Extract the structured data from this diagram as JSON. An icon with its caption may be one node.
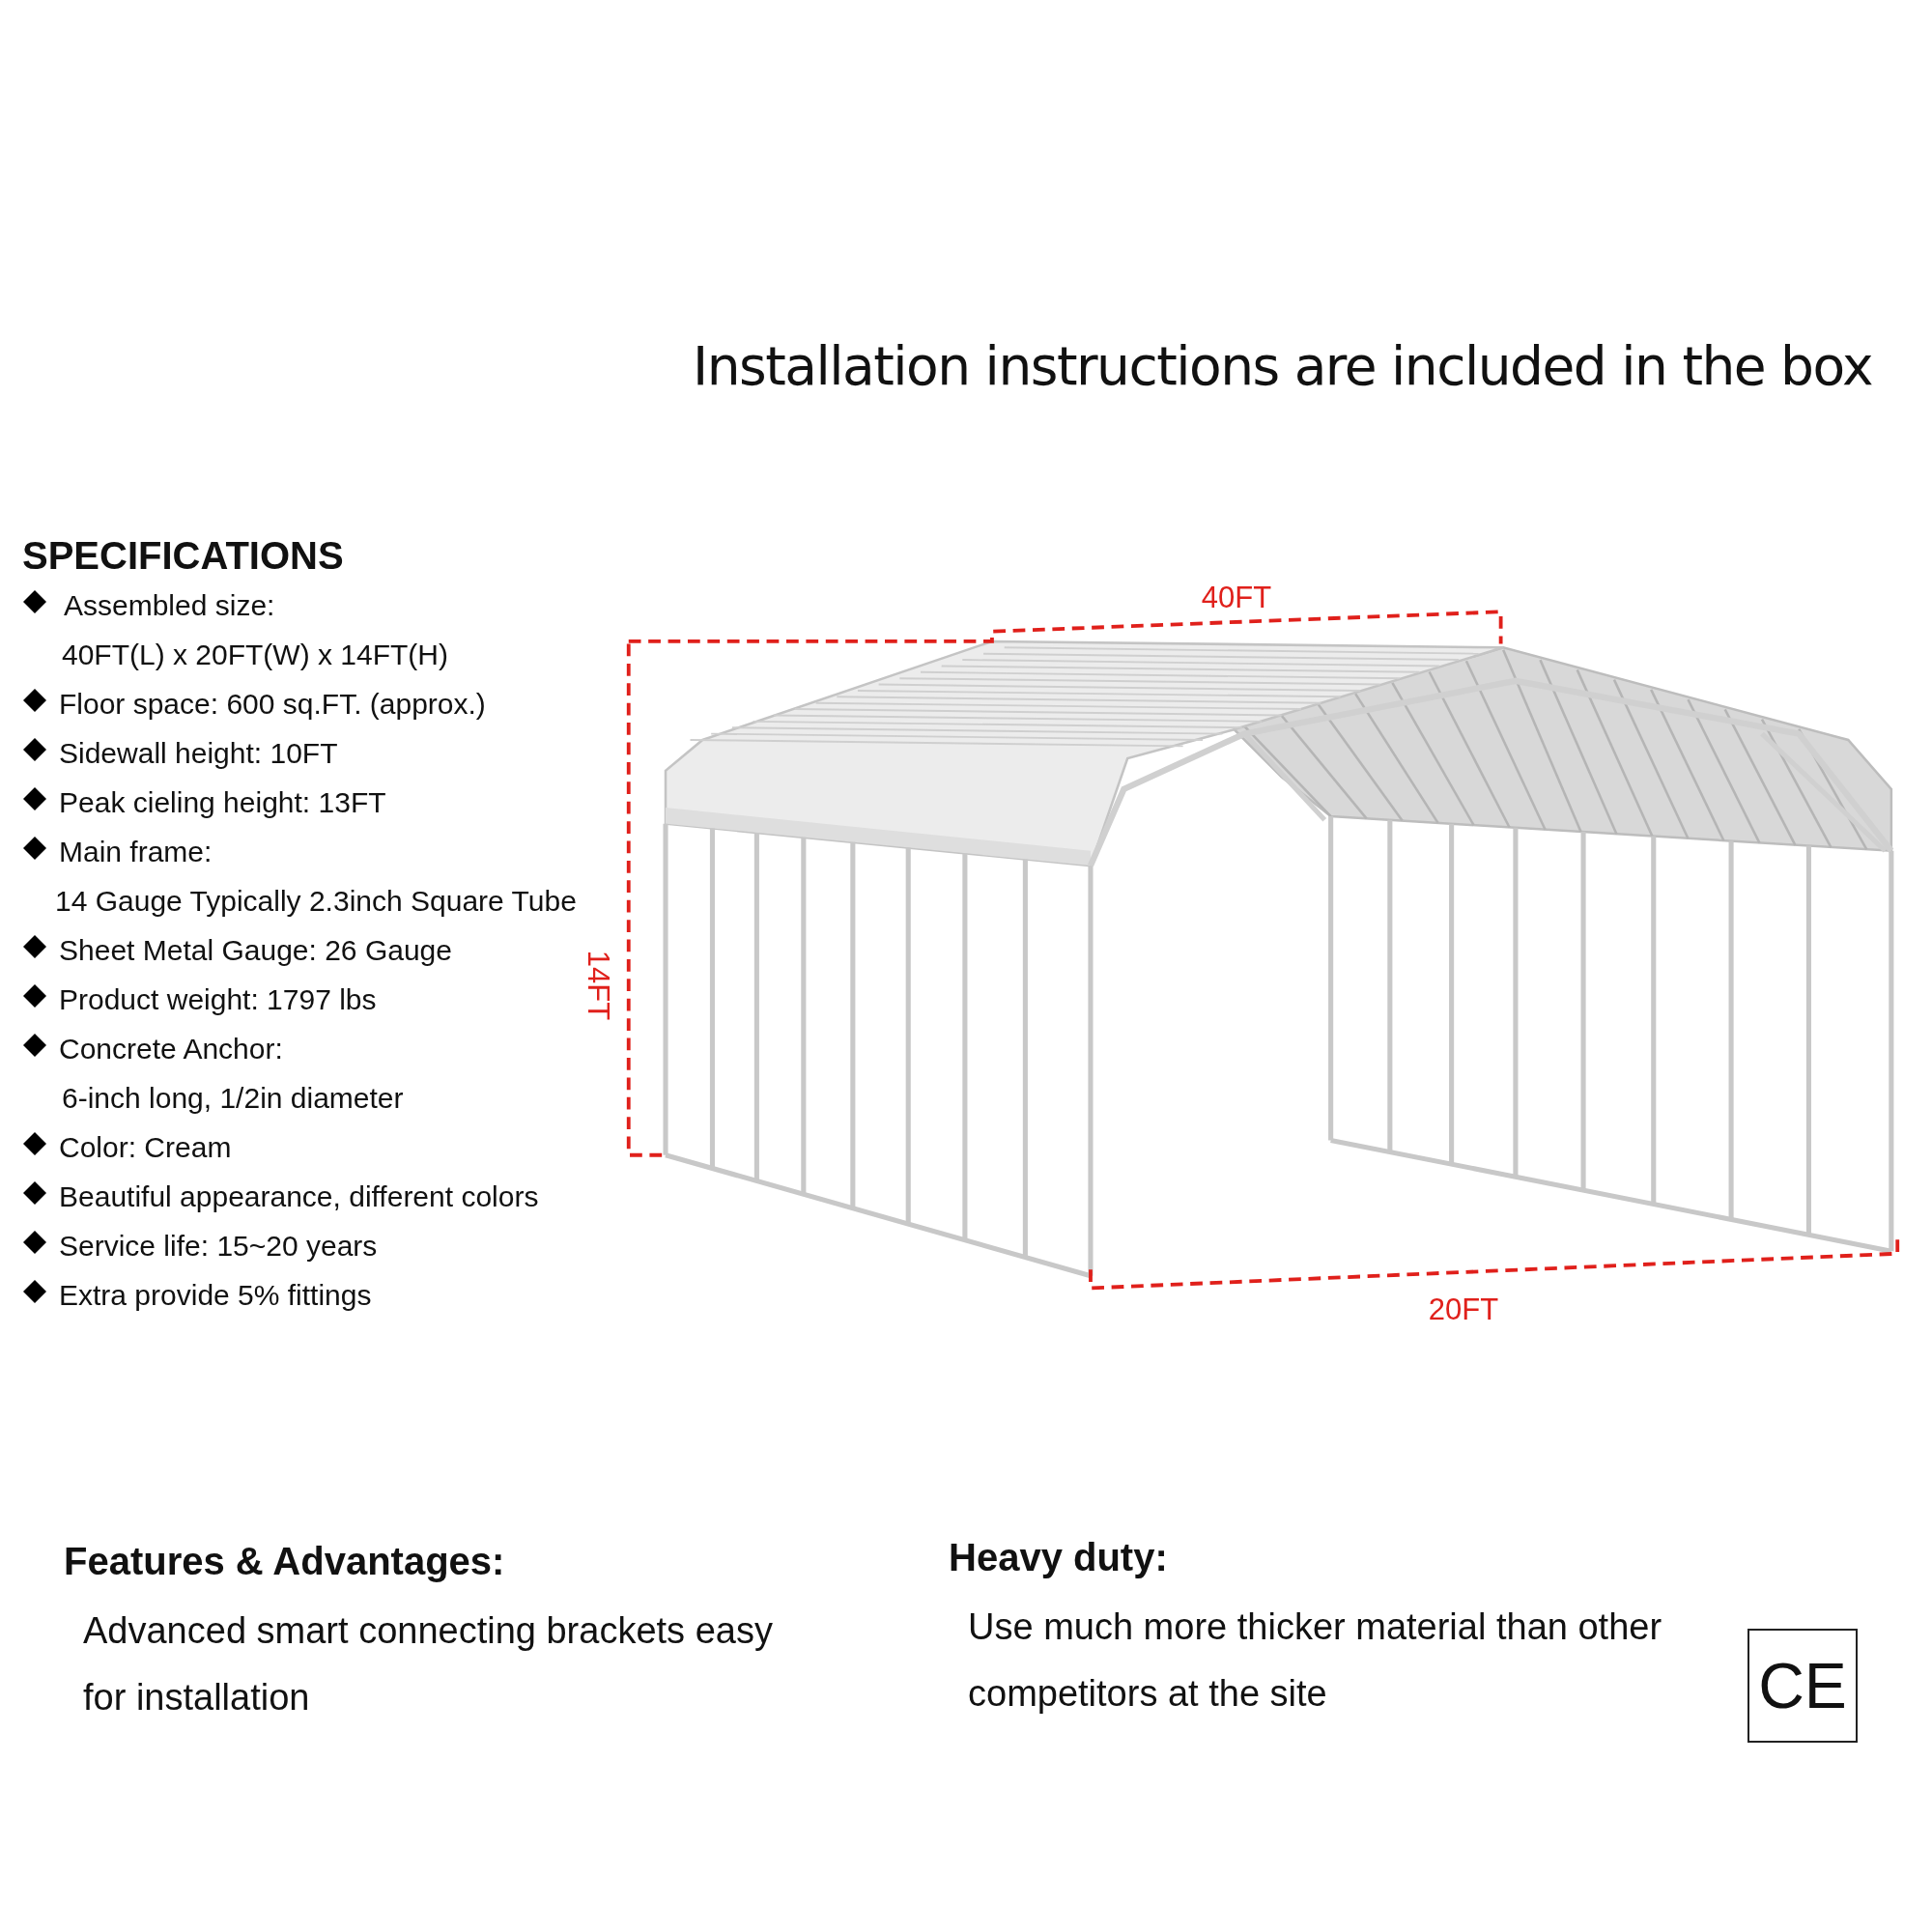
{
  "diagram": {
    "title": "Installation instructions are included in the box",
    "nodes": [
      {
        "text": [
          "CE"
        ]
      }
    ],
    "labels": [
      "SPECIFICATIONS",
      "Assembled size:",
      "40FT(L) x 20FT(W) x 14FT(H)",
      "Floor space: 600 sq.FT. (approx.)",
      "Sidewall height: 10FT",
      "Peak cieling height: 13FT",
      "Main frame:",
      "14 Gauge Typically 2.3inch Square Tube",
      "Sheet Metal Gauge: 26 Gauge",
      "Product weight: 1797 lbs",
      "Concrete Anchor:",
      "6-inch long, 1/2in diameter",
      "Color: Cream",
      "Beautiful appearance, different colors",
      "Service life: 15~20 years",
      "Extra provide 5% fittings",
      "40FT",
      "14FT",
      "20FT",
      "Features & Advantages:",
      "Advanced smart connecting brackets easy for installation",
      "Heavy duty:",
      "Use much more thicker material than other competitors at the site"
    ]
  }
}
